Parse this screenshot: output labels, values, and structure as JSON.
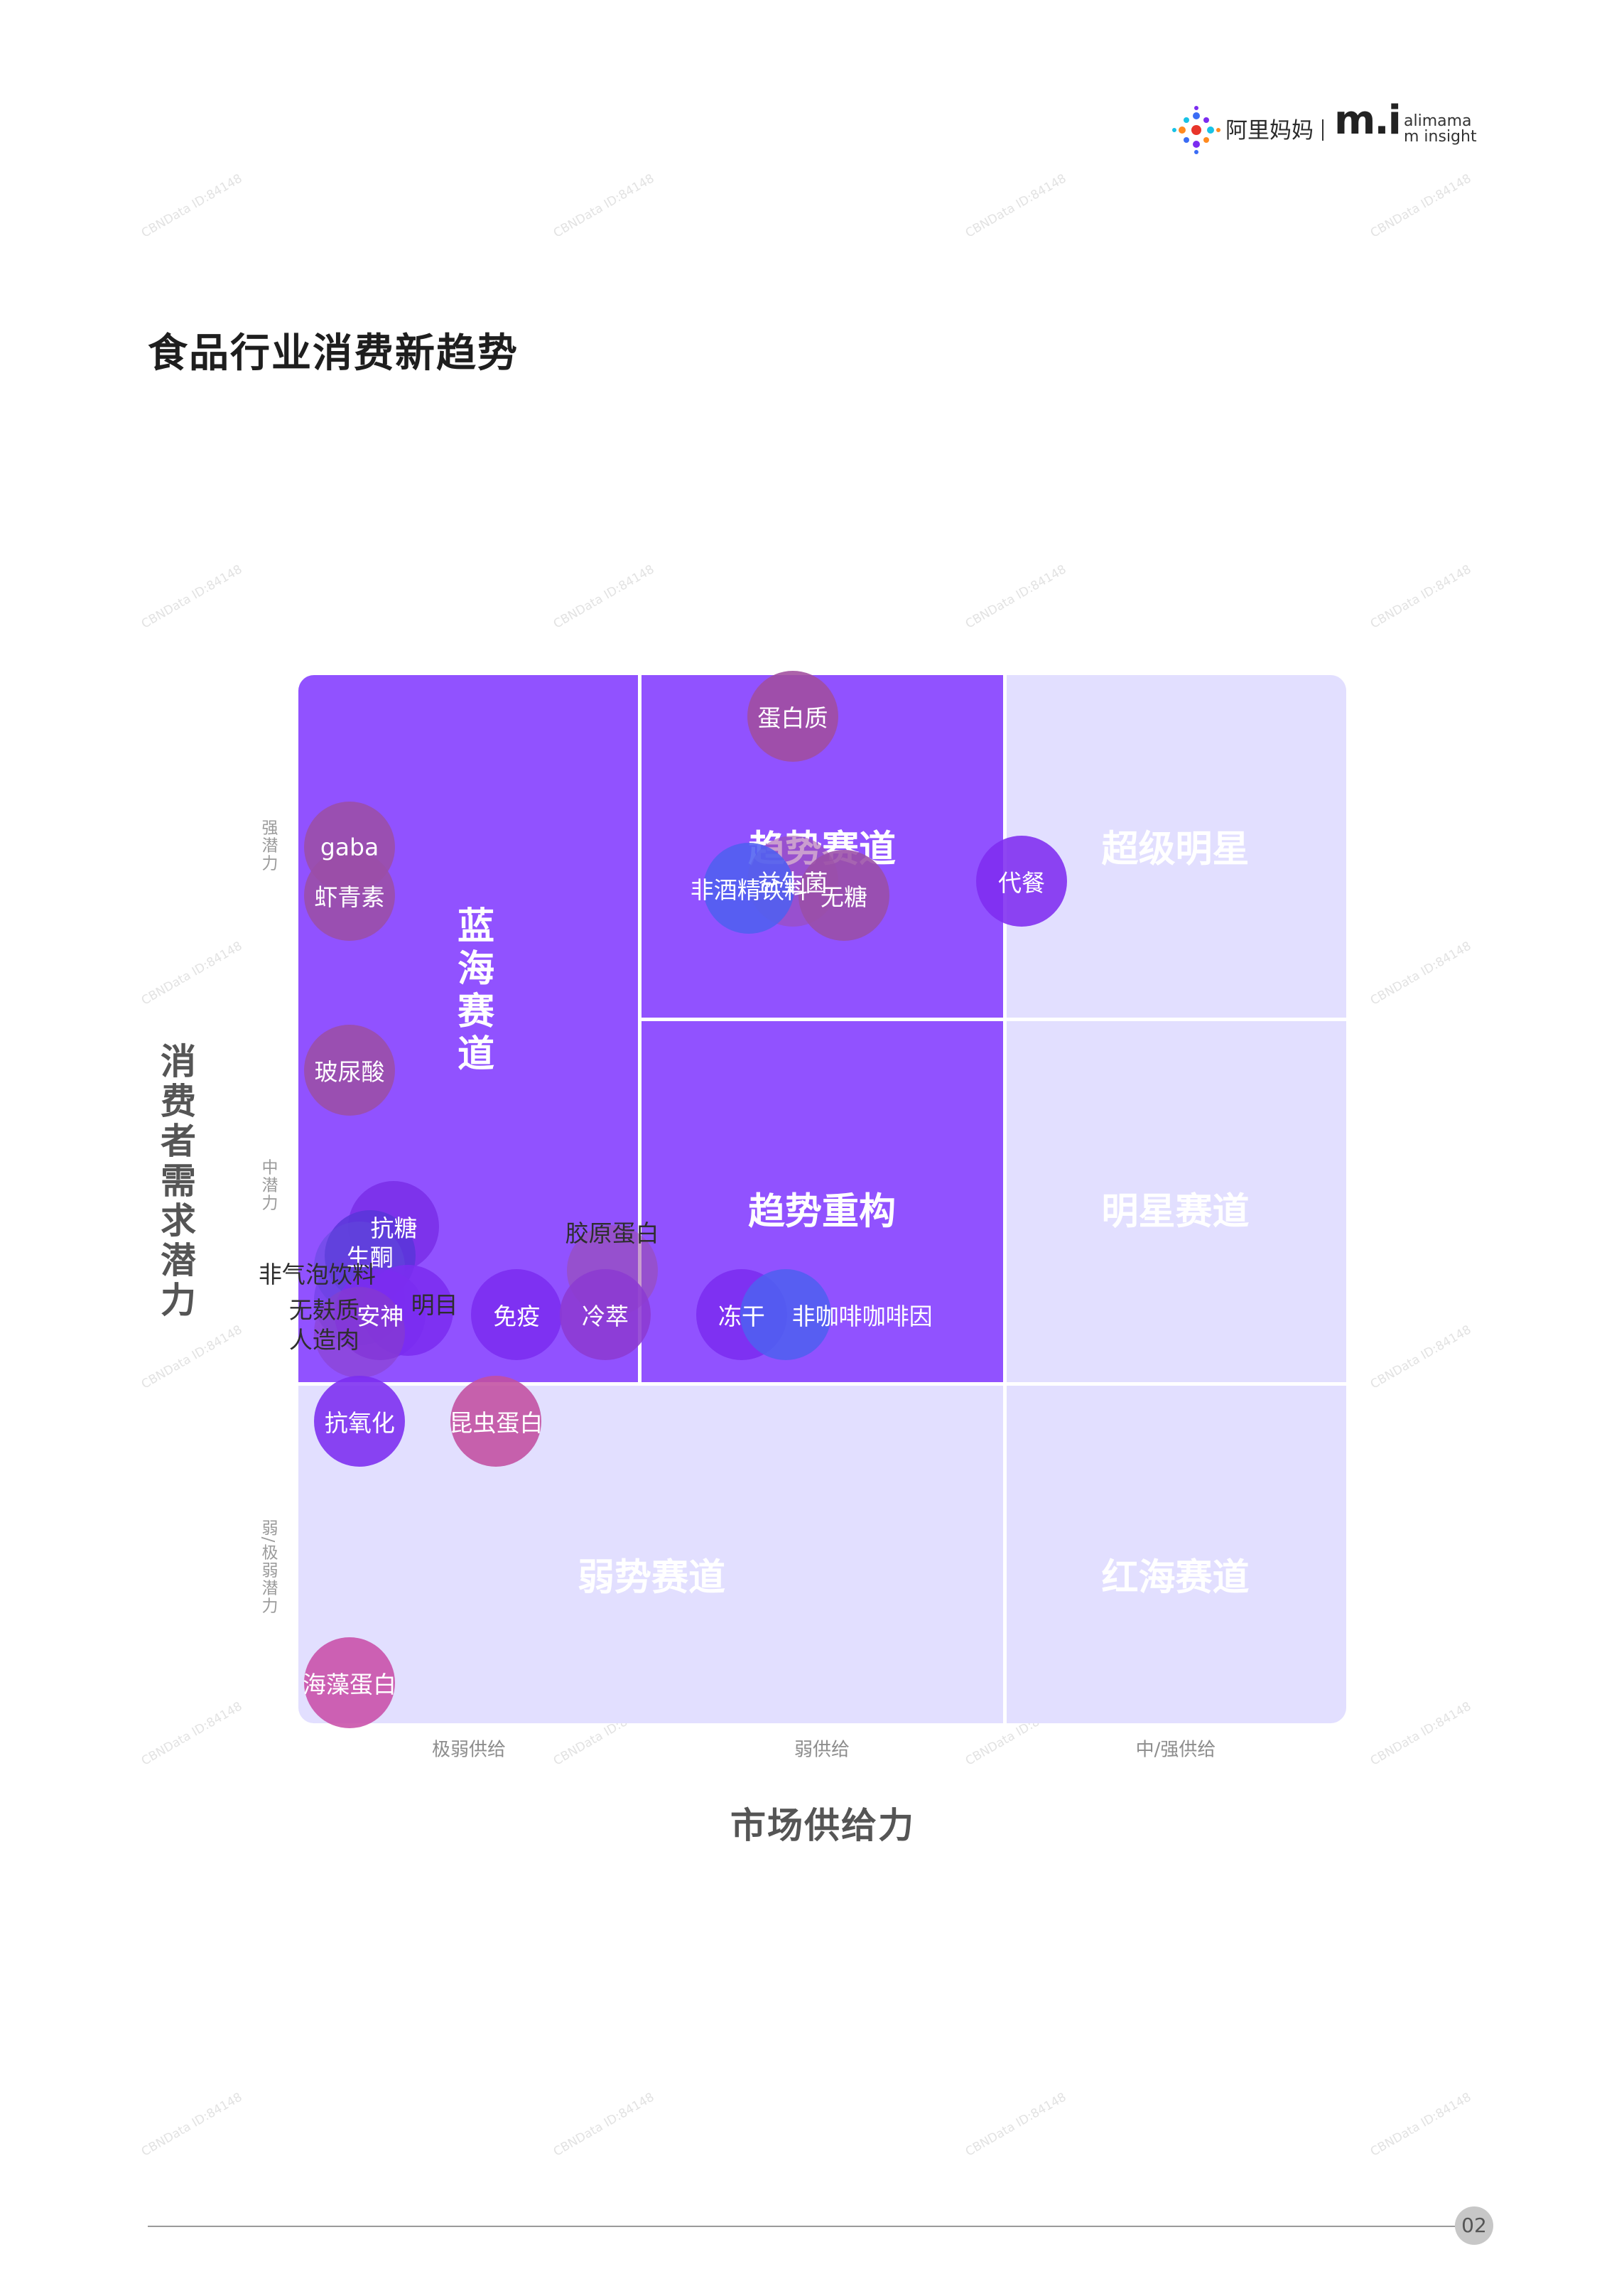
{
  "header": {
    "brand_name": "阿里妈妈",
    "brand_mark": "m.i",
    "brand_sub_line1": "alimama",
    "brand_sub_line2": "m insight",
    "brand_icon": "dotted-flower-icon"
  },
  "page": {
    "title": "食品行业消费新趋势",
    "page_number": "02",
    "watermark": "CBNData ID:84148"
  },
  "chart_data": {
    "type": "scatter",
    "xlabel": "市场供给力",
    "ylabel": "消费者需求潜力",
    "x_ticks": [
      "极弱供给",
      "弱供给",
      "中/强供给"
    ],
    "y_ticks": [
      "强潜力",
      "中潜力",
      "弱/极弱潜力"
    ],
    "quadrants": [
      {
        "label": "蓝海赛道",
        "col": 0,
        "row": 0,
        "rowspan": 2,
        "tone": "dark"
      },
      {
        "label": "趋势赛道",
        "col": 1,
        "row": 0,
        "tone": "dark"
      },
      {
        "label": "超级明星",
        "col": 2,
        "row": 0,
        "tone": "light"
      },
      {
        "label": "趋势重构",
        "col": 1,
        "row": 1,
        "tone": "dark"
      },
      {
        "label": "明星赛道",
        "col": 2,
        "row": 1,
        "tone": "light"
      },
      {
        "label": "弱势赛道",
        "col": 0,
        "row": 2,
        "colspan": 2,
        "tone": "light"
      },
      {
        "label": "红海赛道",
        "col": 2,
        "row": 2,
        "tone": "light"
      }
    ],
    "points": [
      {
        "label": "蛋白质",
        "x": 1.42,
        "y": 2.88,
        "color": "#a14d9e"
      },
      {
        "label": "gaba",
        "x": 0.15,
        "y": 2.5,
        "color": "#9b4fa6"
      },
      {
        "label": "虾青素",
        "x": 0.15,
        "y": 2.36,
        "color": "#9b4fa6"
      },
      {
        "label": "益生菌",
        "x": 1.42,
        "y": 2.4,
        "color": "#9e4fa8"
      },
      {
        "label": "非酒精饮料",
        "x": 1.3,
        "y": 2.38,
        "color": "#4f60f0"
      },
      {
        "label": "无糖",
        "x": 1.56,
        "y": 2.36,
        "color": "#9a4fa6"
      },
      {
        "label": "代餐",
        "x": 2.05,
        "y": 2.4,
        "color": "#7e2cf0"
      },
      {
        "label": "玻尿酸",
        "x": 0.15,
        "y": 1.86,
        "color": "#9b4fa6"
      },
      {
        "label": "抗糖",
        "x": 0.28,
        "y": 1.43,
        "color": "#7a2fe8"
      },
      {
        "label": "生酮",
        "x": 0.21,
        "y": 1.35,
        "color": "#5a36d9"
      },
      {
        "label": "非气泡饮料",
        "x": 0.18,
        "y": 1.32,
        "color": "#6248dd"
      },
      {
        "label": "无麸质",
        "x": 0.18,
        "y": 1.23,
        "color": "#6a3ce0"
      },
      {
        "label": "安神",
        "x": 0.24,
        "y": 1.19,
        "color": "#7b2cf0"
      },
      {
        "label": "明目",
        "x": 0.32,
        "y": 1.2,
        "color": "#7b2cf0"
      },
      {
        "label": "人造肉",
        "x": 0.18,
        "y": 1.14,
        "color": "#8a40c4"
      },
      {
        "label": "免疫",
        "x": 0.64,
        "y": 1.19,
        "color": "#7b2cf0"
      },
      {
        "label": "胶原蛋白",
        "x": 0.92,
        "y": 1.31,
        "color": "#9b4fa6"
      },
      {
        "label": "冷萃",
        "x": 0.9,
        "y": 1.19,
        "color": "#8c3ad2"
      },
      {
        "label": "冻干",
        "x": 1.28,
        "y": 1.19,
        "color": "#7b2cf0"
      },
      {
        "label": "非咖啡咖啡因",
        "x": 1.4,
        "y": 1.19,
        "color": "#4f60f0"
      },
      {
        "label": "抗氧化",
        "x": 0.18,
        "y": 0.89,
        "color": "#7b2cf0"
      },
      {
        "label": "昆虫蛋白",
        "x": 0.58,
        "y": 0.89,
        "color": "#c24fa0"
      },
      {
        "label": "海藻蛋白",
        "x": 0.15,
        "y": 0.12,
        "color": "#c84ea8"
      }
    ]
  }
}
